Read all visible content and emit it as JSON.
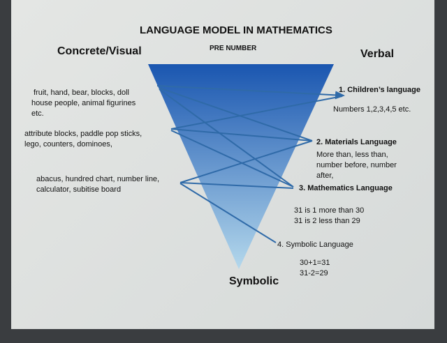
{
  "title": "LANGUAGE MODEL IN MATHEMATICS",
  "subtitle": "PRE NUMBER",
  "left_heading": "Concrete/Visual",
  "right_heading": "Verbal",
  "bottom_label": "Symbolic",
  "materials": [
    [
      "fruit, hand, bear, blocks, doll",
      "house people, animal figurines",
      "etc."
    ],
    [
      "attribute blocks, paddle pop sticks,",
      "lego, counters, dominoes,"
    ],
    [
      "abacus, hundred chart, number line,",
      "calculator, subitise board"
    ]
  ],
  "stages": [
    {
      "label": "1.  Children’s language",
      "examples": [
        "Numbers 1,2,3,4,5 etc."
      ]
    },
    {
      "label": "2.  Materials Language",
      "examples": [
        "More than, less than,",
        "number before, number",
        "after,"
      ]
    },
    {
      "label": "3.  Mathematics Language",
      "examples": [
        "31 is 1 more than 30",
        "31 is 2 less than 29"
      ]
    },
    {
      "label": "4.  Symbolic Language",
      "examples": [
        "30+1=31",
        "31-2=29"
      ]
    }
  ],
  "colors": {
    "triangle_top": "#1a56b0",
    "triangle_bottom": "#b4d8ec",
    "lines": "#2f6aa8"
  }
}
